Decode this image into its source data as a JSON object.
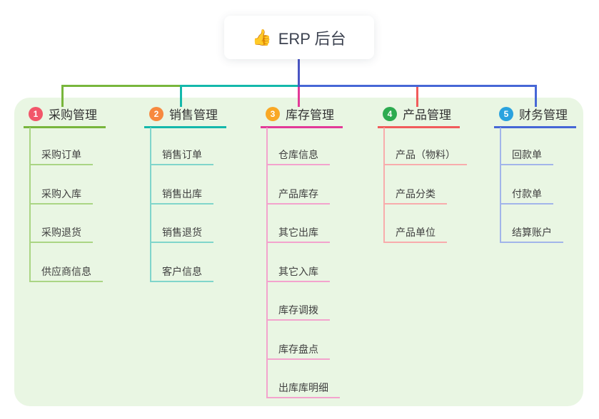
{
  "root": {
    "icon": "👍",
    "icon_name": "thumbs-up-icon",
    "title": "ERP 后台"
  },
  "canvas": {
    "background": "#ffffff",
    "container_fill": "#e9f6e3",
    "trunk_color": "#4a55c4"
  },
  "branches": [
    {
      "index": "1",
      "label": "采购管理",
      "badge_color": "#f2566a",
      "line_color": "#78b63c",
      "child_line_color": "#aad584",
      "children": [
        "采购订单",
        "采购入库",
        "采购退货",
        "供应商信息"
      ]
    },
    {
      "index": "2",
      "label": "销售管理",
      "badge_color": "#f7893f",
      "line_color": "#14b8ab",
      "child_line_color": "#80d5cb",
      "children": [
        "销售订单",
        "销售出库",
        "销售退货",
        "客户信息"
      ]
    },
    {
      "index": "3",
      "label": "库存管理",
      "badge_color": "#f9a825",
      "line_color": "#e23a98",
      "child_line_color": "#f3a3cd",
      "children": [
        "仓库信息",
        "产品库存",
        "其它出库",
        "其它入库",
        "库存调拨",
        "库存盘点",
        "出库库明细"
      ]
    },
    {
      "index": "4",
      "label": "产品管理",
      "badge_color": "#2dab50",
      "line_color": "#f15b5b",
      "child_line_color": "#f8acac",
      "children": [
        "产品（物料）",
        "产品分类",
        "产品单位"
      ]
    },
    {
      "index": "5",
      "label": "财务管理",
      "badge_color": "#2aa2de",
      "line_color": "#4667d6",
      "child_line_color": "#a2b5ea",
      "children": [
        "回款单",
        "付款单",
        "结算账户"
      ]
    }
  ]
}
